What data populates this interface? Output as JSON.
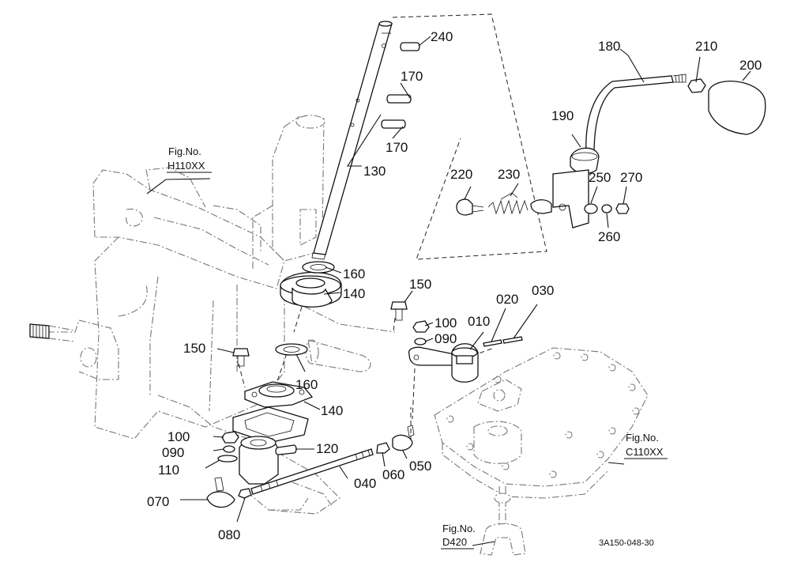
{
  "parts": [
    {
      "id": "p240",
      "label": "240"
    },
    {
      "id": "p170a",
      "label": "170"
    },
    {
      "id": "p170b",
      "label": "170"
    },
    {
      "id": "p130",
      "label": "130"
    },
    {
      "id": "p180",
      "label": "180"
    },
    {
      "id": "p210",
      "label": "210"
    },
    {
      "id": "p200",
      "label": "200"
    },
    {
      "id": "p190",
      "label": "190"
    },
    {
      "id": "p220",
      "label": "220"
    },
    {
      "id": "p230",
      "label": "230"
    },
    {
      "id": "p250",
      "label": "250"
    },
    {
      "id": "p270",
      "label": "270"
    },
    {
      "id": "p260",
      "label": "260"
    },
    {
      "id": "p160a",
      "label": "160"
    },
    {
      "id": "p140a",
      "label": "140"
    },
    {
      "id": "p150a",
      "label": "150"
    },
    {
      "id": "p100a",
      "label": "100"
    },
    {
      "id": "p090a",
      "label": "090"
    },
    {
      "id": "p010",
      "label": "010"
    },
    {
      "id": "p020",
      "label": "020"
    },
    {
      "id": "p030",
      "label": "030"
    },
    {
      "id": "p150b",
      "label": "150"
    },
    {
      "id": "p160b",
      "label": "160"
    },
    {
      "id": "p140b",
      "label": "140"
    },
    {
      "id": "p100b",
      "label": "100"
    },
    {
      "id": "p090b",
      "label": "090"
    },
    {
      "id": "p110",
      "label": "110"
    },
    {
      "id": "p120",
      "label": "120"
    },
    {
      "id": "p040",
      "label": "040"
    },
    {
      "id": "p060",
      "label": "060"
    },
    {
      "id": "p050",
      "label": "050"
    },
    {
      "id": "p070",
      "label": "070"
    },
    {
      "id": "p080",
      "label": "080"
    }
  ],
  "references": [
    {
      "id": "refH",
      "line1": "Fig.No.",
      "line2": "H110XX"
    },
    {
      "id": "refC",
      "line1": "Fig.No.",
      "line2": "C110XX"
    },
    {
      "id": "refD",
      "line1": "Fig.No.",
      "line2": "D420"
    }
  ],
  "drawing_code": "3A150-048-30"
}
